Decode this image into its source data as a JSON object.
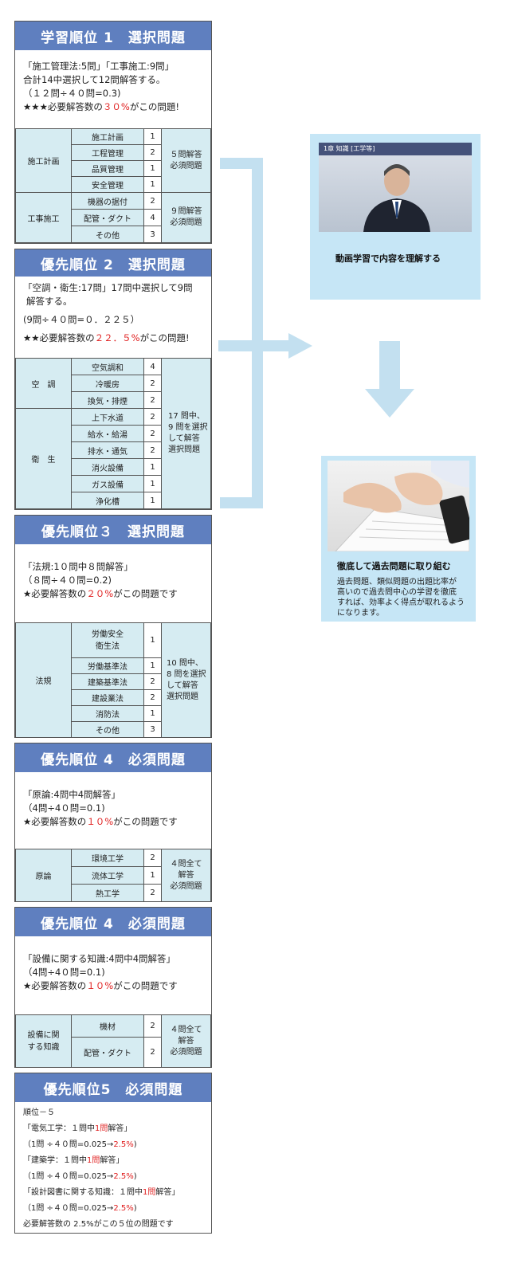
{
  "cards": [
    {
      "title": "学習順位 1　選択問題",
      "lines": [
        [
          "「施工管理法:5問」「工事施工:9問」"
        ],
        [
          "合計14中選択して12問解答する。"
        ],
        [
          "（１２問÷４０問=0.3)"
        ],
        [
          "★★★必要解答数の",
          "３０%",
          "がこの問題!"
        ]
      ],
      "groups": [
        {
          "category": "施工計画",
          "note": "５問解答\n必須問題",
          "items": [
            {
              "name": "施工計画",
              "count": "1"
            },
            {
              "name": "工程管理",
              "count": "2"
            },
            {
              "name": "品質管理",
              "count": "1"
            },
            {
              "name": "安全管理",
              "count": "1"
            }
          ]
        },
        {
          "category": "工事施工",
          "note": "９問解答\n必須問題",
          "items": [
            {
              "name": "機器の据付",
              "count": "2"
            },
            {
              "name": "配管・ダクト",
              "count": "4"
            },
            {
              "name": "その他",
              "count": "3"
            }
          ]
        }
      ]
    },
    {
      "title": "優先順位 2　選択問題",
      "lines": [
        [
          "「空調・衛生:17問」17問中選択して9問"
        ],
        [
          "解答する。"
        ],
        [
          "(9問÷４０問=０．２２５）"
        ],
        [
          "★★必要解答数の",
          "２２．５%",
          "がこの問題!"
        ]
      ],
      "groups": [
        {
          "category": "空　調",
          "items": [
            {
              "name": "空気調和",
              "count": "4"
            },
            {
              "name": "冷暖房",
              "count": "2"
            },
            {
              "name": "換気・排煙",
              "count": "2"
            }
          ]
        },
        {
          "category": "衛　生",
          "items": [
            {
              "name": "上下水道",
              "count": "2"
            },
            {
              "name": "給水・給湯",
              "count": "2"
            },
            {
              "name": "排水・通気",
              "count": "2"
            },
            {
              "name": "消火設備",
              "count": "1"
            },
            {
              "name": "ガス設備",
              "count": "1"
            },
            {
              "name": "浄化槽",
              "count": "1"
            }
          ]
        }
      ],
      "note": "17 問中、\n9 問を選択\nして解答\n選択問題"
    },
    {
      "title": "優先順位３　選択問題",
      "lines": [
        [
          "「法規:1０問中８問解答」"
        ],
        [
          "（８問÷４０問=0.2)"
        ],
        [
          "★必要解答数の",
          "２０%",
          "がこの問題です"
        ]
      ],
      "groups": [
        {
          "category": "法規",
          "items": [
            {
              "name": "労働安全\n衛生法",
              "count": "1"
            },
            {
              "name": "労働基準法",
              "count": "1"
            },
            {
              "name": "建築基準法",
              "count": "2"
            },
            {
              "name": "建設業法",
              "count": "2"
            },
            {
              "name": "消防法",
              "count": "1"
            },
            {
              "name": "その他",
              "count": "3"
            }
          ]
        }
      ],
      "note": "10 問中、\n8 問を選択\nして解答\n選択問題"
    },
    {
      "title": "優先順位 4　必須問題",
      "lines": [
        [
          "「原論:4問中4問解答」"
        ],
        [
          "（4問÷4０問=0.1)"
        ],
        [
          "★必要解答数の",
          "１０%",
          "がこの問題です"
        ]
      ],
      "groups": [
        {
          "category": "原論",
          "items": [
            {
              "name": "環境工学",
              "count": "2"
            },
            {
              "name": "流体工学",
              "count": "1"
            },
            {
              "name": "熱工学",
              "count": "2"
            }
          ]
        }
      ],
      "note": "４問全て\n解答\n必須問題"
    },
    {
      "title": "優先順位 4　必須問題",
      "lines": [
        [
          "「設備に関する知識:4問中4問解答」"
        ],
        [
          "（4問÷4０問=0.1)"
        ],
        [
          "★必要解答数の",
          "１０%",
          "がこの問題です"
        ]
      ],
      "groups": [
        {
          "category": "設備に関\nする知識",
          "items": [
            {
              "name": "機材",
              "count": "2"
            },
            {
              "name": "配管・ダクト",
              "count": "2"
            }
          ]
        }
      ],
      "note": "４問全て\n解答\n必須問題"
    },
    {
      "title": "優先順位5　必須問題",
      "lines": [
        [
          "順位－５"
        ],
        [
          "「電気工学：１問中",
          "1問",
          "解答」"
        ],
        [
          "（1問 ÷４０問=0.025→",
          "2.5%",
          ")"
        ],
        [
          "「建築学：１問中",
          "1問",
          "解答」"
        ],
        [
          "（1問 ÷４０問=0.025→",
          "2.5%",
          ")"
        ],
        [
          "「設計図書に関する知識：１問中",
          "1問",
          "解答」"
        ],
        [
          "（1問 ÷４０問=0.025→",
          "2.5%",
          ")"
        ],
        [
          "必要解答数の 2.5%がこの５位の問題です"
        ]
      ]
    }
  ],
  "side": {
    "video_screen_text": "1章 知識 [工学等]",
    "video_caption": "動画学習で内容を理解する",
    "practice_caption": "徹底して過去問題に取り組む",
    "practice_text": [
      "過去問題、類似問題の出題比率が",
      "高いので過去問中心の学習を徹底",
      "すれば、効率よく得点が取れるよう",
      "になります。"
    ]
  },
  "colors": {
    "title_bar": "#5f7fbf",
    "table_fill": "#d6ecf2",
    "side_fill": "#c6e6f6",
    "arrow": "#c3e0f0",
    "highlight": "#e02020"
  }
}
